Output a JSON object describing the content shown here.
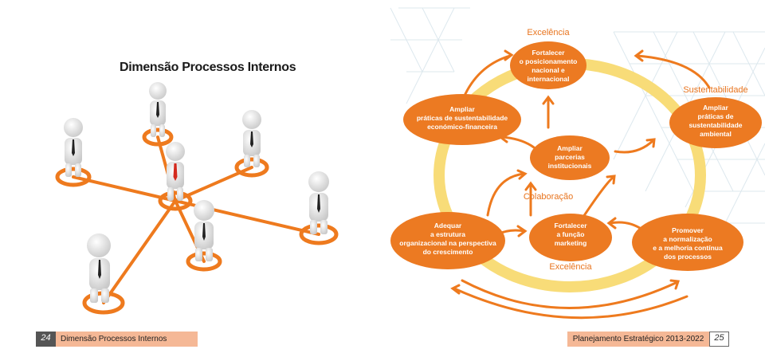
{
  "page_title": "Dimensão Processos Internos",
  "diagram": {
    "top_label": "Excelência",
    "top_right_label": "Sustentabilidade",
    "center_label": "Colaboração",
    "bottom_label": "Excelência",
    "nodes": {
      "top": [
        "Fortalecer",
        "o posicionamento",
        "nacional e",
        "internacional"
      ],
      "left": [
        "Ampliar",
        "práticas de sustentabilidade",
        "económico-financeira"
      ],
      "right": [
        "Ampliar",
        "práticas de",
        "sustentabilidade",
        "ambiental"
      ],
      "center": [
        "Ampliar",
        "parcerias",
        "institucionais"
      ],
      "bottom_left": [
        "Adequar",
        "a estrutura",
        "organizacional na perspectiva",
        "do crescimento"
      ],
      "bottom_center": [
        "Fortalecer",
        "a função",
        "marketing"
      ],
      "bottom_right": [
        "Promover",
        "a normalização",
        "e a melhoria contínua",
        "dos processos"
      ]
    }
  },
  "footer": {
    "left_page": "24",
    "left_text": "Dimensão Processos Internos",
    "right_text": "Planejamento Estratégico 2013-2022",
    "right_page": "25"
  },
  "colors": {
    "accent": "#e8741e",
    "node": "#ec7a22",
    "ring": "#f8dc78",
    "footer_bar": "#f5b896"
  }
}
